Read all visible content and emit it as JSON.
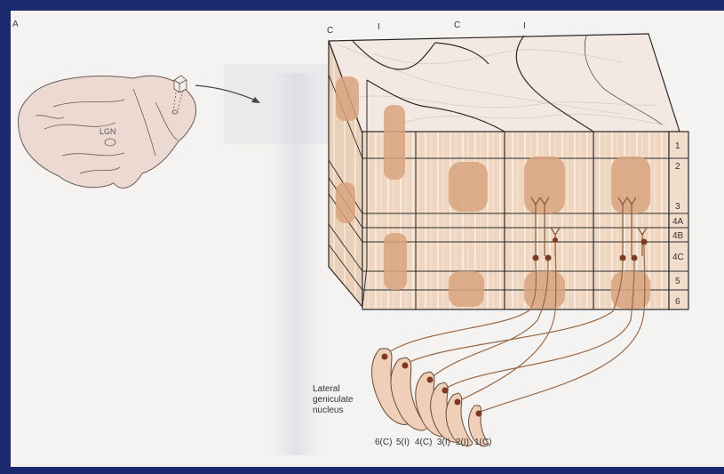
{
  "panel_label": "A",
  "brain": {
    "region_label": "LGN"
  },
  "column_labels": [
    "C",
    "I",
    "C",
    "I"
  ],
  "layers": [
    "1",
    "2",
    "3",
    "4A",
    "4B",
    "4C",
    "5",
    "6"
  ],
  "lgn": {
    "caption_lines": [
      "Lateral",
      "geniculate",
      "nucleus"
    ],
    "layer_labels": [
      "6(C)",
      "5(I)",
      "4(C)",
      "3(I)",
      "2(I)",
      "1(C)"
    ]
  },
  "colors": {
    "frame": "#1e2a6e",
    "tissue": "#efd7c2",
    "blob": "#d9a47f",
    "axon": "#8b5a3a",
    "cell": "#7a3a22"
  }
}
